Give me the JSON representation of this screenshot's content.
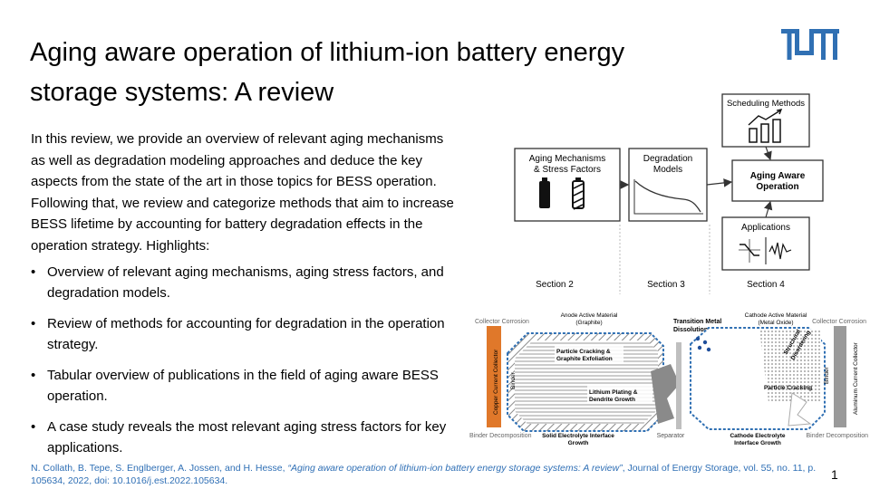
{
  "slide": {
    "title": "Aging aware operation of lithium-ion battery energy storage systems: A review",
    "intro": "In this review, we provide an overview of relevant aging mechanisms as well as degradation modeling approaches and deduce the key aspects from the state of the art in those topics for BESS operation. Following that, we review and categorize methods that aim to increase BESS lifetime by accounting for battery degradation effects in the operation strategy. Highlights:",
    "highlights": [
      "Overview of relevant aging mechanisms, aging stress factors, and degradation models.",
      "Review of methods for accounting for degradation in the operation strategy.",
      "Tabular overview of publications in the field of aging aware BESS operation.",
      "A case study reveals the most relevant aging stress factors for key applications."
    ],
    "bullet_symbol": "•",
    "reference": {
      "authors": "N. Collath, B. Tepe, S. Englberger, A. Jossen, and H. Hesse, ",
      "paper_title": "“Aging aware operation of lithium-ion battery energy storage systems: A review”",
      "details": ", Journal of Energy Storage, vol. 55, no. 11, p. 105634, 2022, doi: 10.1016/j.est.2022.105634."
    },
    "page_number": "1",
    "logo_icon": "tum-logo-icon",
    "accent_color": "#3070b3"
  },
  "flow_diagram": {
    "box_aging_line1": "Aging Mechanisms",
    "box_aging_line2": "& Stress Factors",
    "box_degradation_line1": "Degradation",
    "box_degradation_line2": "Models",
    "box_aging_aware_line1": "Aging Aware",
    "box_aging_aware_line2": "Operation",
    "box_scheduling": "Scheduling Methods",
    "box_applications": "Applications",
    "section2": "Section 2",
    "section3": "Section 3",
    "section4": "Section 4"
  },
  "cell_diagram": {
    "collector_corrosion_left": "Collector Corrosion",
    "collector_corrosion_right": "Collector Corrosion",
    "anode_material": "Anode Active Material",
    "anode_material_sub": "(Graphite)",
    "cathode_material": "Cathode Active Material",
    "cathode_material_sub": "(Metal Oxide)",
    "transition_metal": "Transition Metal",
    "dissolution": "Dissolution",
    "particle_cracking_graphite": "Particle Cracking &",
    "graphite_exfoliation": "Graphite Exfoliation",
    "lithium_plating": "Lithium Plating &",
    "dendrite_growth": "Dendrite Growth",
    "structural": "Structural",
    "disordering": "Disordering",
    "particle_cracking": "Particle Cracking",
    "binder_left": "Binder",
    "binder_right": "Binder",
    "copper_collector": "Copper Current Collector",
    "aluminum_collector": "Aluminum Current Collector",
    "binder_decomposition_left": "Binder Decomposition",
    "sei_line1": "Solid Electrolyte Interface",
    "sei_line2": "Growth",
    "separator": "Separator",
    "cathode_electrolyte_line1": "Cathode Electrolyte",
    "cathode_electrolyte_line2": "Interface Growth",
    "binder_decomposition_right": "Binder Decomposition"
  }
}
